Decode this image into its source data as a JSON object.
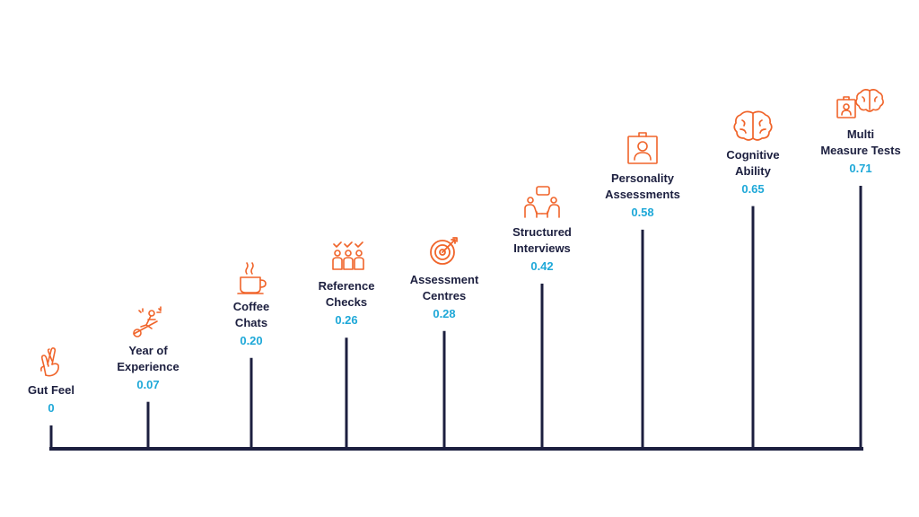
{
  "chart_data": {
    "type": "bar",
    "categories": [
      "Gut Feel",
      "Year of Experience",
      "Coffee Chats",
      "Reference Checks",
      "Assessment Centres",
      "Structured Interviews",
      "Personality Assessments",
      "Cognitive Ability",
      "Multi Measure Tests"
    ],
    "label_lines": [
      [
        "Gut Feel"
      ],
      [
        "Year of",
        "Experience"
      ],
      [
        "Coffee",
        "Chats"
      ],
      [
        "Reference",
        "Checks"
      ],
      [
        "Assessment",
        "Centres"
      ],
      [
        "Structured",
        "Interviews"
      ],
      [
        "Personality",
        "Assessments"
      ],
      [
        "Cognitive",
        "Ability"
      ],
      [
        "Multi",
        "Measure Tests"
      ]
    ],
    "values": [
      0,
      0.07,
      0.2,
      0.26,
      0.28,
      0.42,
      0.58,
      0.65,
      0.71
    ],
    "value_labels": [
      "0",
      "0.07",
      "0.20",
      "0.26",
      "0.28",
      "0.42",
      "0.58",
      "0.65",
      "0.71"
    ],
    "icons": [
      "crossed-fingers-icon",
      "rising-person-icon",
      "coffee-cup-icon",
      "reference-people-icon",
      "target-icon",
      "interview-icon",
      "id-badge-icon",
      "brain-icon",
      "badge-brain-icon"
    ],
    "ylim": [
      0,
      0.71
    ],
    "grid": false,
    "legend": "none"
  },
  "colors": {
    "stem": "#1c1f3f",
    "label": "#1c1f3f",
    "value": "#1ea8d8",
    "icon": "#f0642a"
  }
}
